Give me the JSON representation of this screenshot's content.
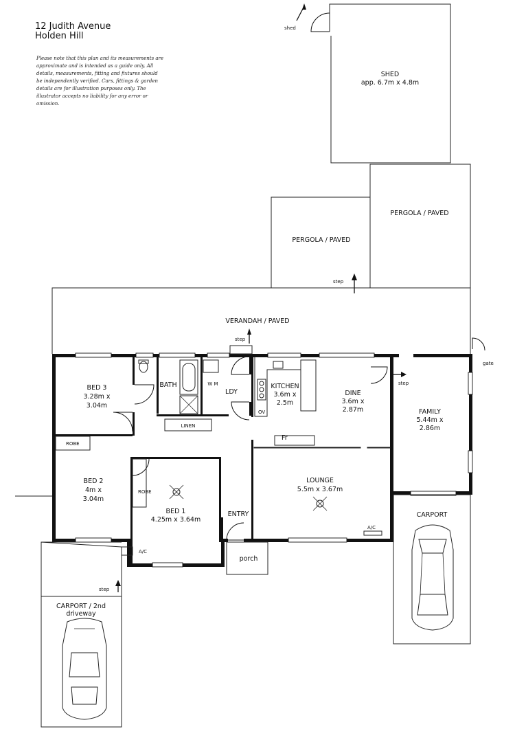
{
  "address": {
    "line1": "12 Judith Avenue",
    "line2": "Holden Hill"
  },
  "disclaimer": [
    "Please note that this plan and its measurements are",
    "approximate and is intended as a guide only. All",
    "details, measurements, fitting and fixtures should",
    "be independently verified. Cars, fittings & garden",
    "details are for illustration purposes only. The",
    "illustrator accepts no liability for any error or",
    "omission."
  ],
  "outdoor": {
    "shed_arrow": "shed",
    "shed_name": "SHED",
    "shed_dims": "app. 6.7m x 4.8m",
    "pergola_left": "PERGOLA / PAVED",
    "pergola_right": "PERGOLA / PAVED",
    "step_top": "step",
    "verandah": "VERANDAH / PAVED",
    "step_verandah": "step",
    "gate": "gate",
    "step_family": "step",
    "porch": "porch",
    "step_carport": "step"
  },
  "rooms": {
    "bed3_name": "BED 3",
    "bed3_dims1": "3.28m x",
    "bed3_dims2": "3.04m",
    "bath": "BATH",
    "wm": "W M",
    "ldy": "LDY",
    "linen": "LINEN",
    "kitchen_name": "KITCHEN",
    "kitchen_dims1": "3.6m x",
    "kitchen_dims2": "2.5m",
    "ov": "OV",
    "dine_name": "DINE",
    "dine_dims1": "3.6m x",
    "dine_dims2": "2.87m",
    "family_name": "FAMILY",
    "family_dims1": "5.44m x",
    "family_dims2": "2.86m",
    "fr": "Fr",
    "robe_bed2": "ROBE",
    "bed2_name": "BED 2",
    "bed2_dims1": "4m x",
    "bed2_dims2": "3.04m",
    "robe_bed1": "ROBE",
    "bed1_name": "BED 1",
    "bed1_dims": "4.25m x 3.64m",
    "entry": "ENTRY",
    "lounge_name": "LOUNGE",
    "lounge_dims": "5.5m x 3.67m",
    "ac_lounge": "A/C",
    "ac_bed": "A/C",
    "carport_right": "CARPORT",
    "carport_left_1": "CARPORT / 2nd",
    "carport_left_2": "driveway"
  }
}
